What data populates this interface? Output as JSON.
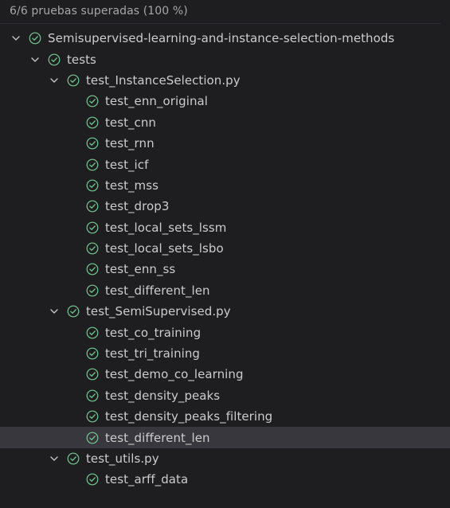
{
  "summary": "6/6 pruebas superadas (100 %)",
  "colors": {
    "pass": "#73c991",
    "twistie": "#c5c5c5",
    "background": "#1e1e20",
    "selected_row": "#37373d"
  },
  "icons": {
    "expanded": "chevron-down-icon",
    "status": "check-circle-icon"
  },
  "tree": [
    {
      "label": "Semisupervised-learning-and-instance-selection-methods",
      "depth": 0,
      "expandable": true
    },
    {
      "label": "tests",
      "depth": 1,
      "expandable": true
    },
    {
      "label": "test_InstanceSelection.py",
      "depth": 2,
      "expandable": true
    },
    {
      "label": "test_enn_original",
      "depth": 3,
      "expandable": false
    },
    {
      "label": "test_cnn",
      "depth": 3,
      "expandable": false
    },
    {
      "label": "test_rnn",
      "depth": 3,
      "expandable": false
    },
    {
      "label": "test_icf",
      "depth": 3,
      "expandable": false
    },
    {
      "label": "test_mss",
      "depth": 3,
      "expandable": false
    },
    {
      "label": "test_drop3",
      "depth": 3,
      "expandable": false
    },
    {
      "label": "test_local_sets_lssm",
      "depth": 3,
      "expandable": false
    },
    {
      "label": "test_local_sets_lsbo",
      "depth": 3,
      "expandable": false
    },
    {
      "label": "test_enn_ss",
      "depth": 3,
      "expandable": false
    },
    {
      "label": "test_different_len",
      "depth": 3,
      "expandable": false
    },
    {
      "label": "test_SemiSupervised.py",
      "depth": 2,
      "expandable": true
    },
    {
      "label": "test_co_training",
      "depth": 3,
      "expandable": false
    },
    {
      "label": "test_tri_training",
      "depth": 3,
      "expandable": false
    },
    {
      "label": "test_demo_co_learning",
      "depth": 3,
      "expandable": false
    },
    {
      "label": "test_density_peaks",
      "depth": 3,
      "expandable": false
    },
    {
      "label": "test_density_peaks_filtering",
      "depth": 3,
      "expandable": false
    },
    {
      "label": "test_different_len",
      "depth": 3,
      "expandable": false,
      "selected": true
    },
    {
      "label": "test_utils.py",
      "depth": 2,
      "expandable": true
    },
    {
      "label": "test_arff_data",
      "depth": 3,
      "expandable": false
    }
  ]
}
